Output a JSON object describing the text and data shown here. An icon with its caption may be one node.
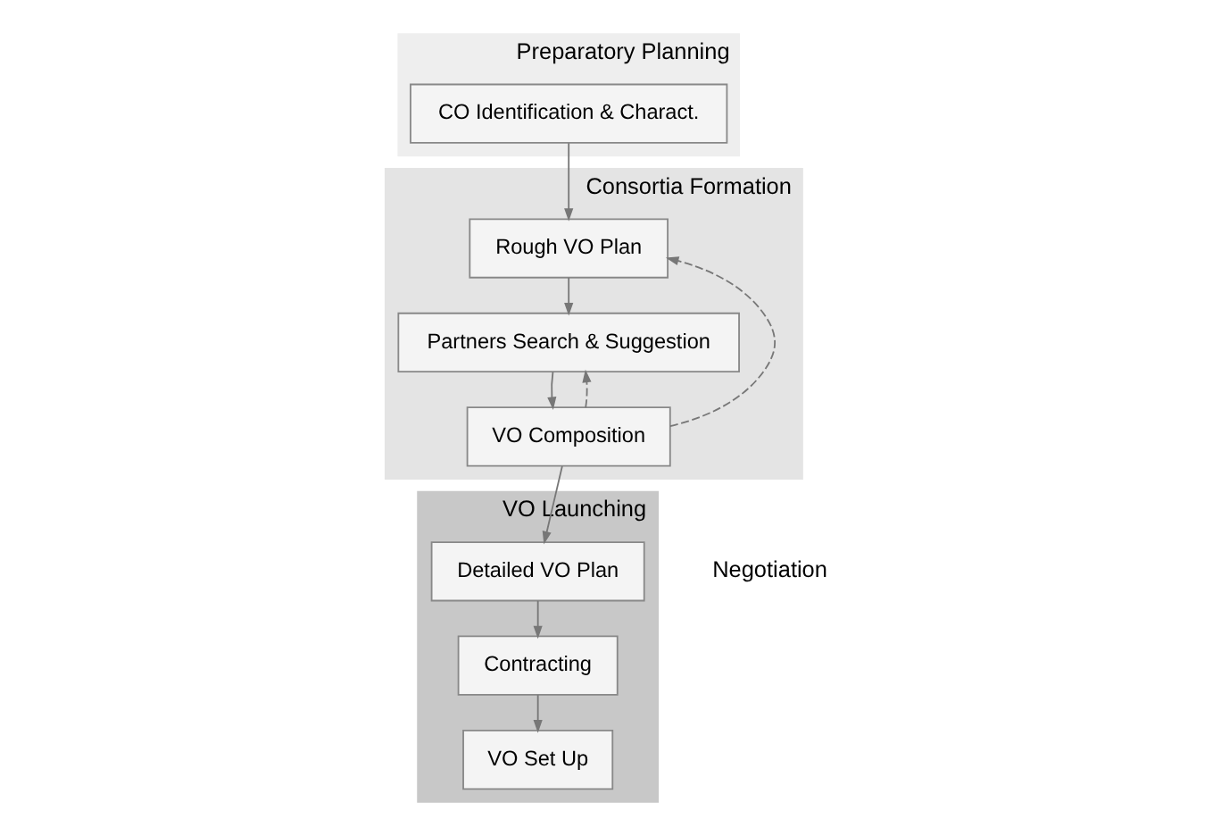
{
  "diagram": {
    "nodes": [
      {
        "text": [
          "Preparatory Planning"
        ]
      },
      {
        "text": [
          "CO Identification & Charact."
        ],
        "in": 0
      },
      {
        "text": [
          "Consortia Formation"
        ]
      },
      {
        "text": [
          "Rough VO Plan"
        ],
        "in": 2
      },
      {
        "text": [
          "Partners Search & Suggestion"
        ],
        "in": 2
      },
      {
        "text": [
          "VO Composition"
        ],
        "in": 2
      },
      {
        "text": [
          "VO Launching"
        ]
      },
      {
        "text": [
          "Detailed VO Plan"
        ],
        "in": 6
      },
      {
        "text": [
          "Contracting"
        ],
        "in": 6
      },
      {
        "text": [
          "VO Set Up"
        ],
        "in": 6
      }
    ],
    "edges": [
      {
        "from": 1,
        "to": 3,
        "arrow": "to"
      },
      {
        "from": 3,
        "to": 4,
        "arrow": "to"
      },
      {
        "from": 4,
        "to": 5,
        "arrow": "to"
      },
      {
        "from": 5,
        "to": 3,
        "arrow": "to",
        "style": "dashed"
      },
      {
        "from": 5,
        "to": 4,
        "arrow": "to",
        "style": "dashed"
      },
      {
        "from": 5,
        "to": 7,
        "arrow": "to"
      },
      {
        "from": 7,
        "to": 8,
        "arrow": "to"
      },
      {
        "from": 8,
        "to": 9,
        "arrow": "to"
      }
    ],
    "labels": [
      "Negotiation"
    ]
  }
}
